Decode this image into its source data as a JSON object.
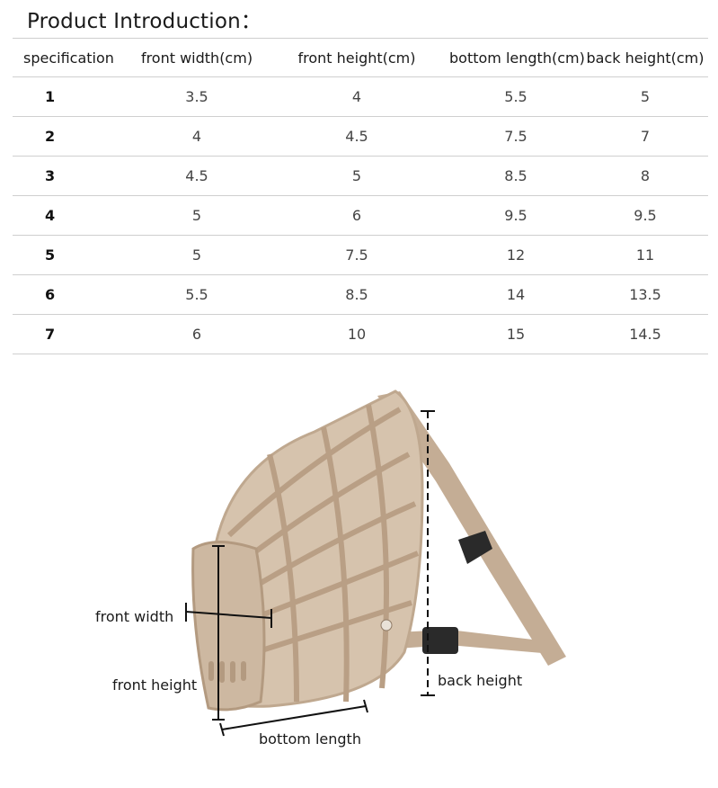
{
  "title": "Product Introduction：",
  "table": {
    "headers": [
      "specification",
      "front width(cm)",
      "front height(cm)",
      "bottom length(cm)",
      "back height(cm)"
    ],
    "rows": [
      [
        "1",
        "3.5",
        "4",
        "5.5",
        "5"
      ],
      [
        "2",
        "4",
        "4.5",
        "7.5",
        "7"
      ],
      [
        "3",
        "4.5",
        "5",
        "8.5",
        "8"
      ],
      [
        "4",
        "5",
        "6",
        "9.5",
        "9.5"
      ],
      [
        "5",
        "5",
        "7.5",
        "12",
        "11"
      ],
      [
        "6",
        "5.5",
        "8.5",
        "14",
        "13.5"
      ],
      [
        "7",
        "6",
        "10",
        "15",
        "14.5"
      ]
    ]
  },
  "diagram": {
    "front_width": "front width",
    "front_height": "front height",
    "bottom_length": "bottom length",
    "back_height": "back height"
  },
  "colors": {
    "muzzle": "#c9b49e",
    "strap": "#c4ad95",
    "buckle": "#2a2a2a"
  }
}
